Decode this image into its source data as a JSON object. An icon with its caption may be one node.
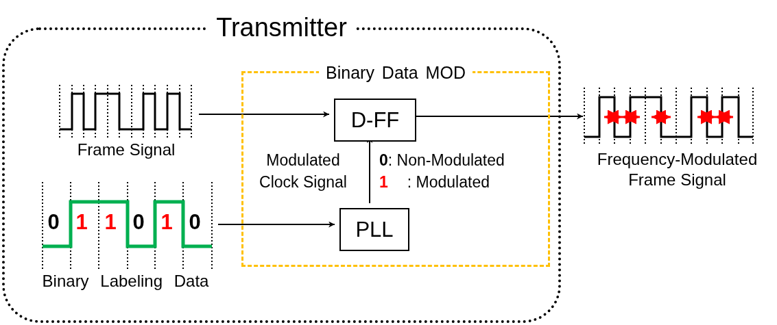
{
  "diagram": {
    "nodes": [
      {
        "text": [
          "Transmitter"
        ]
      },
      {
        "text": [
          "Binary Data MOD"
        ],
        "in": 0
      },
      {
        "text": [
          "D-FF"
        ],
        "in": 1
      },
      {
        "text": [
          "PLL"
        ],
        "in": 1
      },
      {
        "text": [
          "Frame Signal"
        ],
        "in": 0
      },
      {
        "text": [
          "Binary Labeling Data"
        ],
        "in": 0
      },
      {
        "text": [
          "Frequency-Modulated Frame Signal"
        ]
      }
    ],
    "edges": [
      {
        "from": 4,
        "to": 2,
        "arrow": "to"
      },
      {
        "from": 5,
        "to": 3,
        "arrow": "to"
      },
      {
        "from": 3,
        "to": 2,
        "arrow": "to",
        "label": "Modulated Clock Signal"
      },
      {
        "from": 2,
        "to": 6,
        "arrow": "to"
      }
    ],
    "labels": [
      "0",
      "1",
      "1",
      "0",
      "1",
      "0",
      "**0**: Non-Modulated",
      "**1**: Modulated"
    ]
  }
}
